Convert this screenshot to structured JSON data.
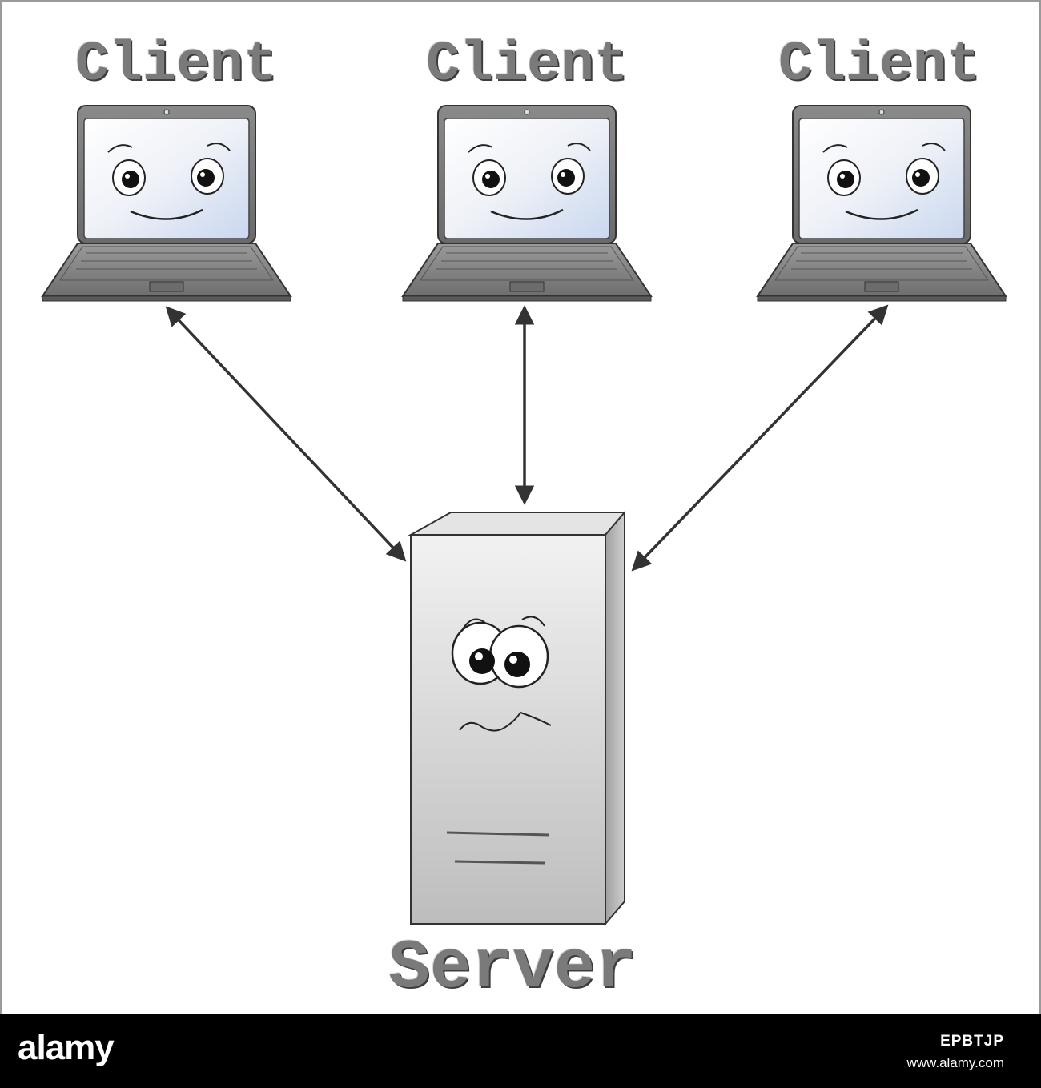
{
  "clients": [
    {
      "label": "Client"
    },
    {
      "label": "Client"
    },
    {
      "label": "Client"
    }
  ],
  "server": {
    "label": "Server"
  },
  "colors": {
    "label_fill": "#7a7a7a",
    "label_shadow": "#3d3d3d",
    "arrow": "#333333",
    "laptop_body": "#7d7d7d",
    "screen": "#e8eef8",
    "server_body": "#cfcfcf"
  },
  "connections": [
    {
      "from": "client-1",
      "to": "server",
      "direction": "bidirectional"
    },
    {
      "from": "client-2",
      "to": "server",
      "direction": "bidirectional"
    },
    {
      "from": "client-3",
      "to": "server",
      "direction": "bidirectional"
    }
  ],
  "footer": {
    "brand": "alamy",
    "stock_code": "EPBTJP",
    "site": "www.alamy.com"
  }
}
